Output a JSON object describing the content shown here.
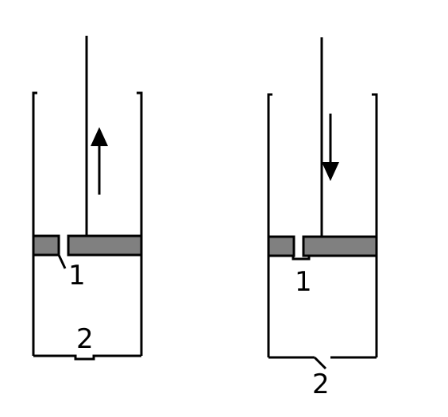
{
  "diagram": {
    "left_pump": {
      "valve_label": "1",
      "bottom_valve_label": "2",
      "rod_motion": "up"
    },
    "right_pump": {
      "valve_label": "1",
      "bottom_valve_label": "2",
      "rod_motion": "down"
    },
    "colors": {
      "piston": "#808080",
      "line": "#000000",
      "background": "#ffffff"
    }
  }
}
